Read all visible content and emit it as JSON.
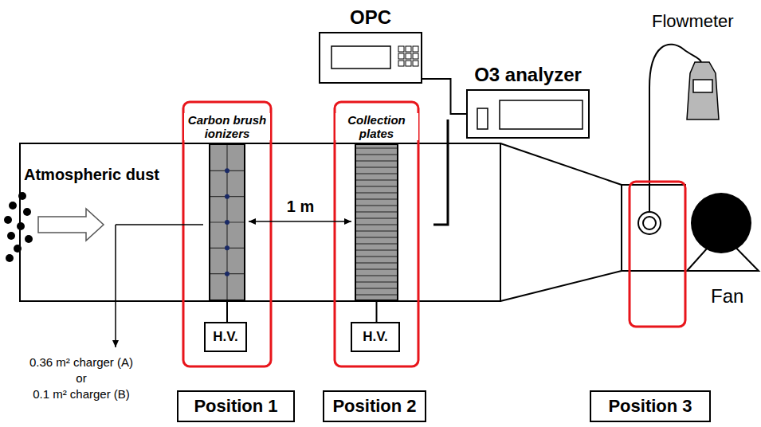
{
  "diagram": {
    "nodes": [
      {
        "text": [
          "OPC"
        ]
      },
      {
        "text": [
          "O3 analyzer"
        ]
      },
      {
        "text": [
          "Carbon brush ionizers"
        ]
      },
      {
        "text": [
          "H.V."
        ]
      },
      {
        "text": [
          "Collection plates"
        ]
      },
      {
        "text": [
          "H.V."
        ]
      },
      {
        "text": [
          "Position 1"
        ]
      },
      {
        "text": [
          "Position 2"
        ]
      },
      {
        "text": [
          "Position 3"
        ]
      }
    ],
    "edges": [
      {
        "from": 0,
        "to": 1,
        "arrow": "none"
      },
      {
        "from": 2,
        "to": 3,
        "arrow": "none"
      },
      {
        "from": 4,
        "to": 5,
        "arrow": "none"
      }
    ],
    "labels": [
      "Flowmeter",
      "Atmospheric dust",
      "1 m",
      "Fan",
      "0.36 m² charger (A)",
      "or",
      "0.1 m² charger (B)"
    ]
  }
}
